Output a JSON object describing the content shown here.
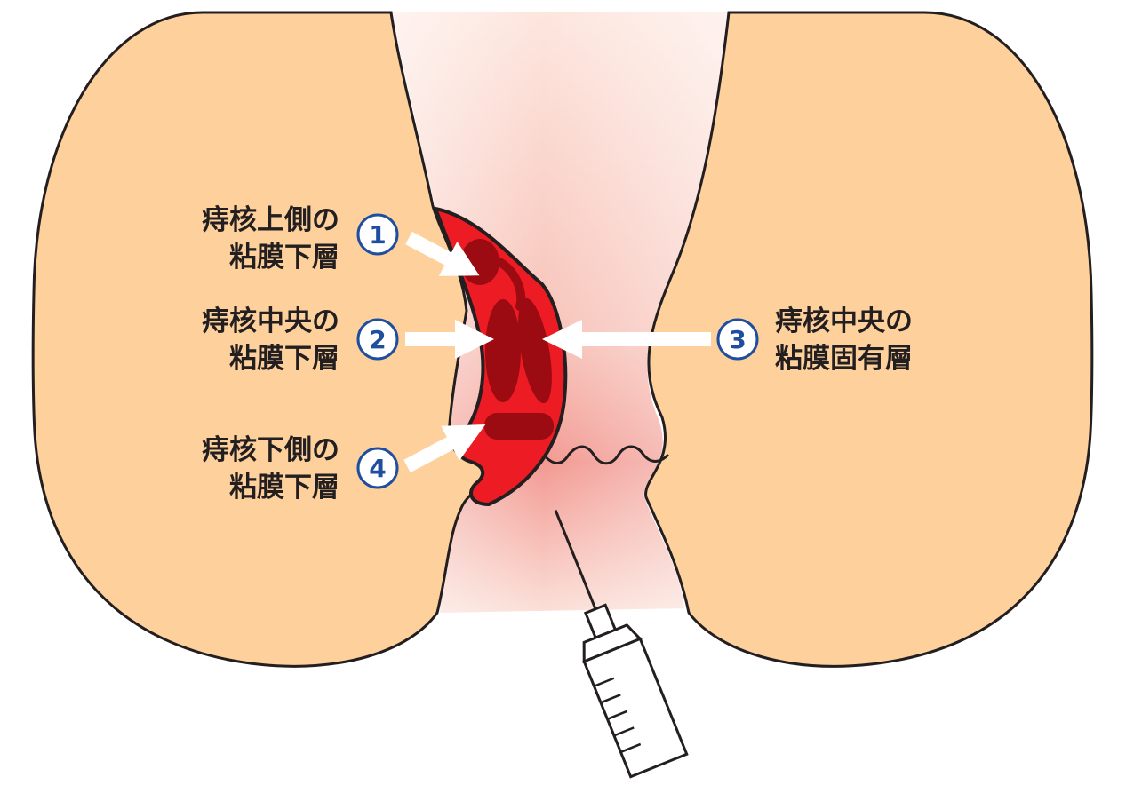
{
  "colors": {
    "skin": "#fdd09c",
    "outline": "#231f20",
    "canal_light": "#fde4dc",
    "canal_mid": "#f6b8b0",
    "hemorrhoid": "#ed1c24",
    "hemorrhoid_dark": "#9d0b12",
    "badge": "#1f4e9e",
    "arrow": "#ffffff"
  },
  "annotations": [
    {
      "number": "1",
      "line1": "痔核上側の",
      "line2": "粘膜下層"
    },
    {
      "number": "2",
      "line1": "痔核中央の",
      "line2": "粘膜下層"
    },
    {
      "number": "3",
      "line1": "痔核中央の",
      "line2": "粘膜固有層"
    },
    {
      "number": "4",
      "line1": "痔核下側の",
      "line2": "粘膜下層"
    }
  ],
  "icons": {
    "syringe": "syringe-icon",
    "arrow": "arrow-icon"
  }
}
